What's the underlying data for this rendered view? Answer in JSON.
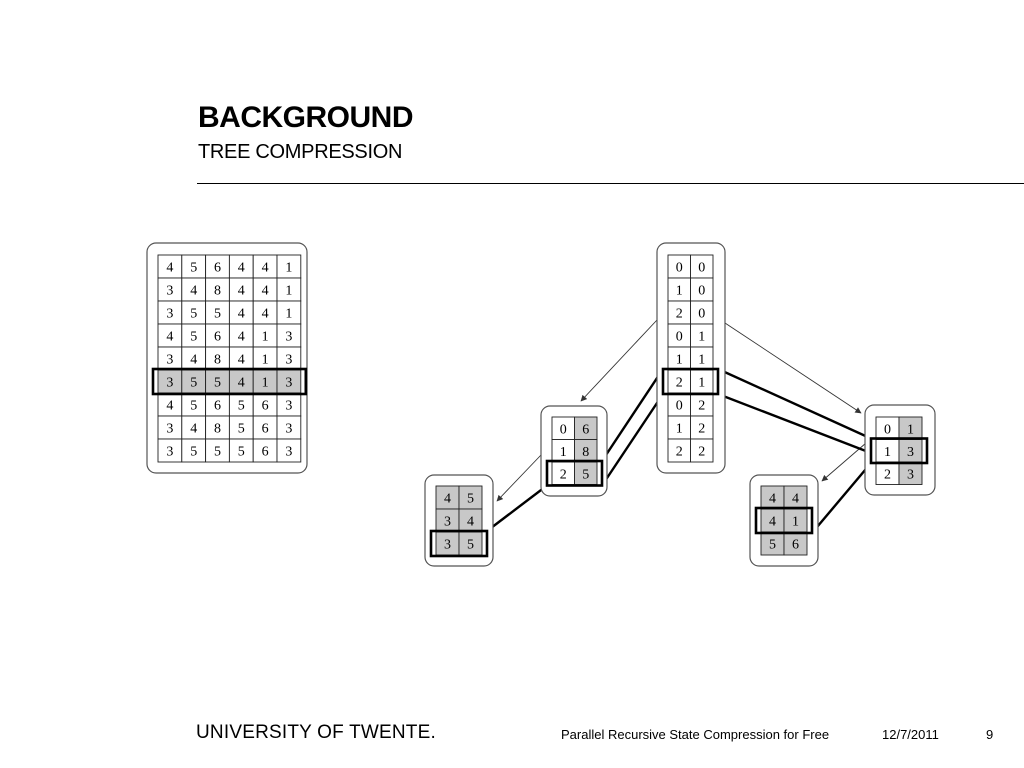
{
  "slide": {
    "title": "BACKGROUND",
    "subtitle": "TREE COMPRESSION",
    "footer": {
      "logo": "UNIVERSITY OF TWENTE.",
      "presentation_title": "Parallel Recursive State Compression for Free",
      "date": "12/7/2011",
      "page_number": "9"
    }
  },
  "colors": {
    "shaded_cell": "#c8c8c8",
    "line": "#000000",
    "box_border": "#555555"
  },
  "diagram": {
    "state_table": {
      "rows": [
        [
          "4",
          "5",
          "6",
          "4",
          "4",
          "1"
        ],
        [
          "3",
          "4",
          "8",
          "4",
          "4",
          "1"
        ],
        [
          "3",
          "5",
          "5",
          "4",
          "4",
          "1"
        ],
        [
          "4",
          "5",
          "6",
          "4",
          "1",
          "3"
        ],
        [
          "3",
          "4",
          "8",
          "4",
          "1",
          "3"
        ],
        [
          "3",
          "5",
          "5",
          "4",
          "1",
          "3"
        ],
        [
          "4",
          "5",
          "6",
          "5",
          "6",
          "3"
        ],
        [
          "3",
          "4",
          "8",
          "5",
          "6",
          "3"
        ],
        [
          "3",
          "5",
          "5",
          "5",
          "6",
          "3"
        ]
      ],
      "highlighted_row": 5
    },
    "tree_nodes": [
      {
        "id": "root",
        "rows": [
          [
            "0",
            "0"
          ],
          [
            "1",
            "0"
          ],
          [
            "2",
            "0"
          ],
          [
            "0",
            "1"
          ],
          [
            "1",
            "1"
          ],
          [
            "2",
            "1"
          ],
          [
            "0",
            "2"
          ],
          [
            "1",
            "2"
          ],
          [
            "2",
            "2"
          ]
        ],
        "shaded_cols": [],
        "highlighted_row": 5
      },
      {
        "id": "left-mid",
        "rows": [
          [
            "0",
            "6"
          ],
          [
            "1",
            "8"
          ],
          [
            "2",
            "5"
          ]
        ],
        "shaded_cols": [
          1
        ],
        "highlighted_row": 2
      },
      {
        "id": "left-leaf",
        "rows": [
          [
            "4",
            "5"
          ],
          [
            "3",
            "4"
          ],
          [
            "3",
            "5"
          ]
        ],
        "shaded_cols": [
          0,
          1
        ],
        "highlighted_row": 2
      },
      {
        "id": "right-mid",
        "rows": [
          [
            "0",
            "1"
          ],
          [
            "1",
            "3"
          ],
          [
            "2",
            "3"
          ]
        ],
        "shaded_cols": [
          1
        ],
        "highlighted_row": 1
      },
      {
        "id": "right-leaf",
        "rows": [
          [
            "4",
            "4"
          ],
          [
            "4",
            "1"
          ],
          [
            "5",
            "6"
          ]
        ],
        "shaded_cols": [
          0,
          1
        ],
        "highlighted_row": 1
      }
    ]
  }
}
